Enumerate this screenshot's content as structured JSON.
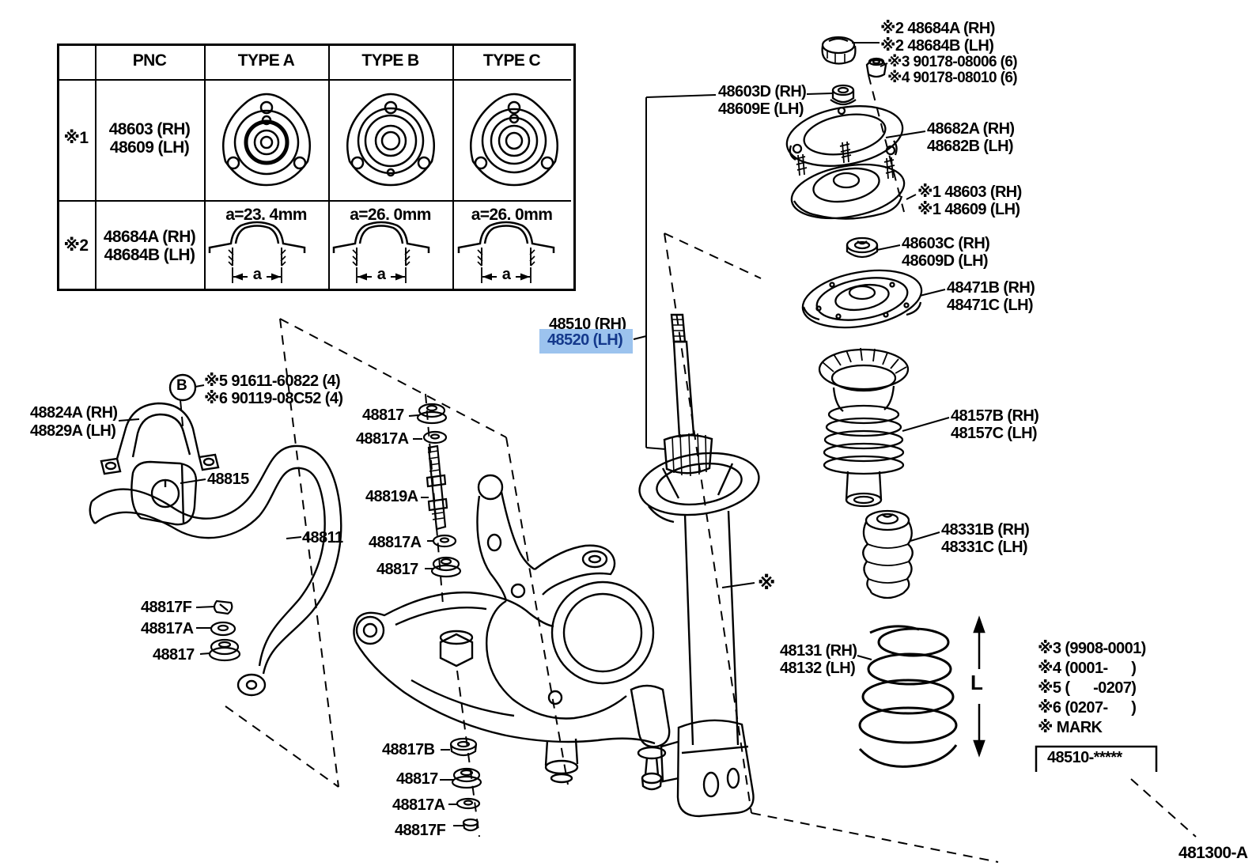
{
  "table": {
    "headers": {
      "pnc": "PNC",
      "a": "TYPE A",
      "b": "TYPE B",
      "c": "TYPE C"
    },
    "row1": {
      "mark": "※1",
      "pnc1": "48603 (RH)",
      "pnc2": "48609 (LH)"
    },
    "row2": {
      "mark": "※2",
      "pnc1": "48684A (RH)",
      "pnc2": "48684B (LH)",
      "a": "a=23. 4mm",
      "b": "a=26. 0mm",
      "c": "a=26. 0mm"
    },
    "dim_letter": "a"
  },
  "highlight": {
    "rh": "48510 (RH)",
    "lh": "48520 (LH)",
    "bg": "#9cc3ee",
    "fg": "#14398c"
  },
  "labels": {
    "a48684_rh": "※2 48684A (RH)",
    "a48684_lh": "※2 48684B (LH)",
    "n90178_06": "※3 90178-08006 (6)",
    "n90178_10": "※4 90178-08010 (6)",
    "p48603d": "48603D (RH)",
    "p48609e": "48609E (LH)",
    "p48682a": "48682A (RH)",
    "p48682b": "48682B (LH)",
    "p48603": "※1 48603 (RH)",
    "p48609": "※1 48609 (LH)",
    "p48603c": "48603C (RH)",
    "p48609d": "48609D (LH)",
    "p48471b": "48471B (RH)",
    "p48471c": "48471C (LH)",
    "p48157b": "48157B (RH)",
    "p48157c": "48157C (LH)",
    "p48331b": "48331B (RH)",
    "p48331c": "48331C (LH)",
    "p48131": "48131 (RH)",
    "p48132": "48132 (LH)",
    "p48824a": "48824A (RH)",
    "p48829a": "48829A (LH)",
    "p91611": "※5 91611-60822 (4)",
    "p90119": "※6 90119-08C52 (4)",
    "p48815": "48815",
    "p48811": "48811",
    "p48817f_left": "48817F",
    "p48817a_left": "48817A",
    "p48817_left": "48817",
    "p48817_link_top": "48817",
    "p48817a_link_top": "48817A",
    "p48819a": "48819A",
    "p48817a_link_bot": "48817A",
    "p48817_link_bot": "48817",
    "p48817b": "48817B",
    "p48817_arm": "48817",
    "p48817a_arm": "48817A",
    "p48817f_arm": "48817F"
  },
  "legend": {
    "items": [
      "※3 (9908-0001)",
      "※4 (0001-      )",
      "※5 (      -0207)",
      "※6 (0207-      )",
      "※ MARK"
    ],
    "box_code": "48510-*****"
  },
  "marks": {
    "b_callout": "B",
    "asterisk": "※",
    "dim_l": "L"
  },
  "footer_code": "481300-A"
}
